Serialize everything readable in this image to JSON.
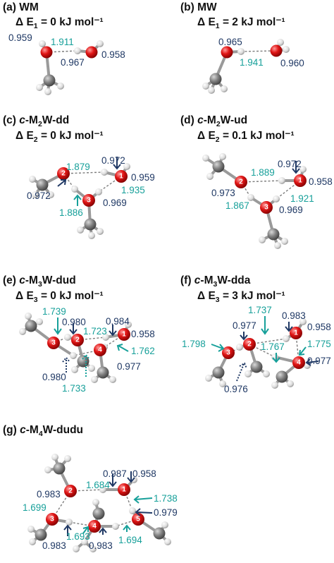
{
  "colors": {
    "label_dark": "#1f3864",
    "label_teal": "#17a09a",
    "oxygen": "#d01010",
    "carbon": "#6e6e6e",
    "hydrogen": "#e6e6e6"
  },
  "panels": [
    {
      "id": "a",
      "title_prefix": "(a) ",
      "title_italic": "",
      "title_main": "WM",
      "title_sub": "",
      "title_rest": "",
      "energy": "Δ E",
      "energy_sub": "1",
      "energy_value": " = 0 kJ mol⁻¹",
      "labels": [
        "0.959",
        "1.911",
        "0.967",
        "0.958"
      ],
      "oxygen_labels": []
    },
    {
      "id": "b",
      "title_prefix": "(b) ",
      "title_italic": "",
      "title_main": "MW",
      "title_sub": "",
      "title_rest": "",
      "energy": "Δ E",
      "energy_sub": "1",
      "energy_value": " = 2 kJ mol⁻¹",
      "labels": [
        "0.965",
        "1.941",
        "0.960"
      ],
      "oxygen_labels": []
    },
    {
      "id": "c",
      "title_prefix": "(c) ",
      "title_italic": "c",
      "title_main": "-M",
      "title_sub": "2",
      "title_rest": "W-dd",
      "energy": "Δ E",
      "energy_sub": "2",
      "energy_value": " = 0 kJ mol⁻¹",
      "labels": [
        "1.879",
        "0.972",
        "0.959",
        "0.972",
        "1.935",
        "1.886",
        "0.969"
      ],
      "oxygen_labels": [
        "2",
        "1",
        "3"
      ]
    },
    {
      "id": "d",
      "title_prefix": "(d) ",
      "title_italic": "c",
      "title_main": "-M",
      "title_sub": "2",
      "title_rest": "W-ud",
      "energy": "Δ E",
      "energy_sub": "2",
      "energy_value": " = 0.1 kJ mol⁻¹",
      "labels": [
        "1.889",
        "0.972",
        "0.958",
        "0.973",
        "1.921",
        "1.867",
        "0.969"
      ],
      "oxygen_labels": [
        "2",
        "1",
        "3"
      ]
    },
    {
      "id": "e",
      "title_prefix": "(e) ",
      "title_italic": "c",
      "title_main": "-M",
      "title_sub": "3",
      "title_rest": "W-dud",
      "energy": "Δ E",
      "energy_sub": "3",
      "energy_value": " = 0 kJ mol⁻¹",
      "labels": [
        "1.739",
        "0.980",
        "0.984",
        "1.723",
        "0.958",
        "1.762",
        "0.977",
        "0.980",
        "1.733"
      ],
      "oxygen_labels": [
        "3",
        "2",
        "1",
        "4"
      ]
    },
    {
      "id": "f",
      "title_prefix": "(f) ",
      "title_italic": "c",
      "title_main": "-M",
      "title_sub": "3",
      "title_rest": "W-dda",
      "energy": "Δ E",
      "energy_sub": "3",
      "energy_value": " = 3 kJ mol⁻¹",
      "labels": [
        "1.737",
        "0.983",
        "0.977",
        "0.958",
        "1.798",
        "1.767",
        "1.775",
        "0.977",
        "0.976"
      ],
      "oxygen_labels": [
        "1",
        "2",
        "3",
        "4"
      ]
    },
    {
      "id": "g",
      "title_prefix": "(g) ",
      "title_italic": "c",
      "title_main": "-M",
      "title_sub": "4",
      "title_rest": "W-dudu",
      "energy": "",
      "energy_sub": "",
      "energy_value": "",
      "labels": [
        "0.987",
        "0.958",
        "1.684",
        "0.983",
        "1.738",
        "1.699",
        "0.979",
        "1.693",
        "1.694",
        "0.983",
        "0.983"
      ],
      "oxygen_labels": [
        "2",
        "1",
        "3",
        "4",
        "5"
      ]
    }
  ]
}
